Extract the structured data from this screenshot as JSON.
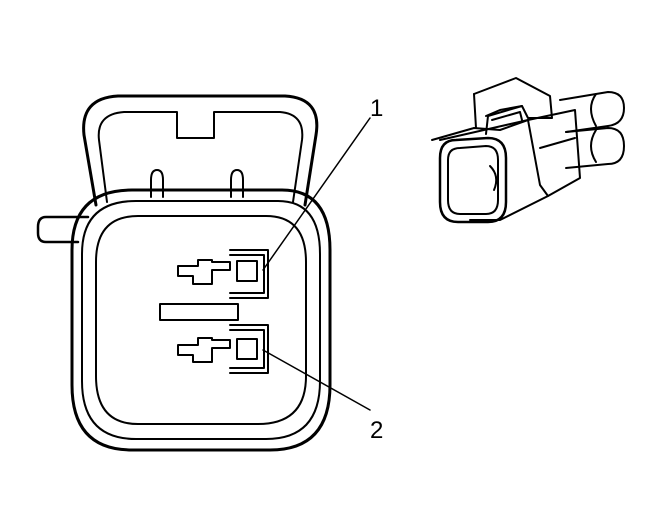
{
  "diagram": {
    "callouts": [
      {
        "id": "1",
        "label": "1"
      },
      {
        "id": "2",
        "label": "2"
      }
    ],
    "colors": {
      "stroke": "#000000",
      "background": "#ffffff"
    }
  }
}
